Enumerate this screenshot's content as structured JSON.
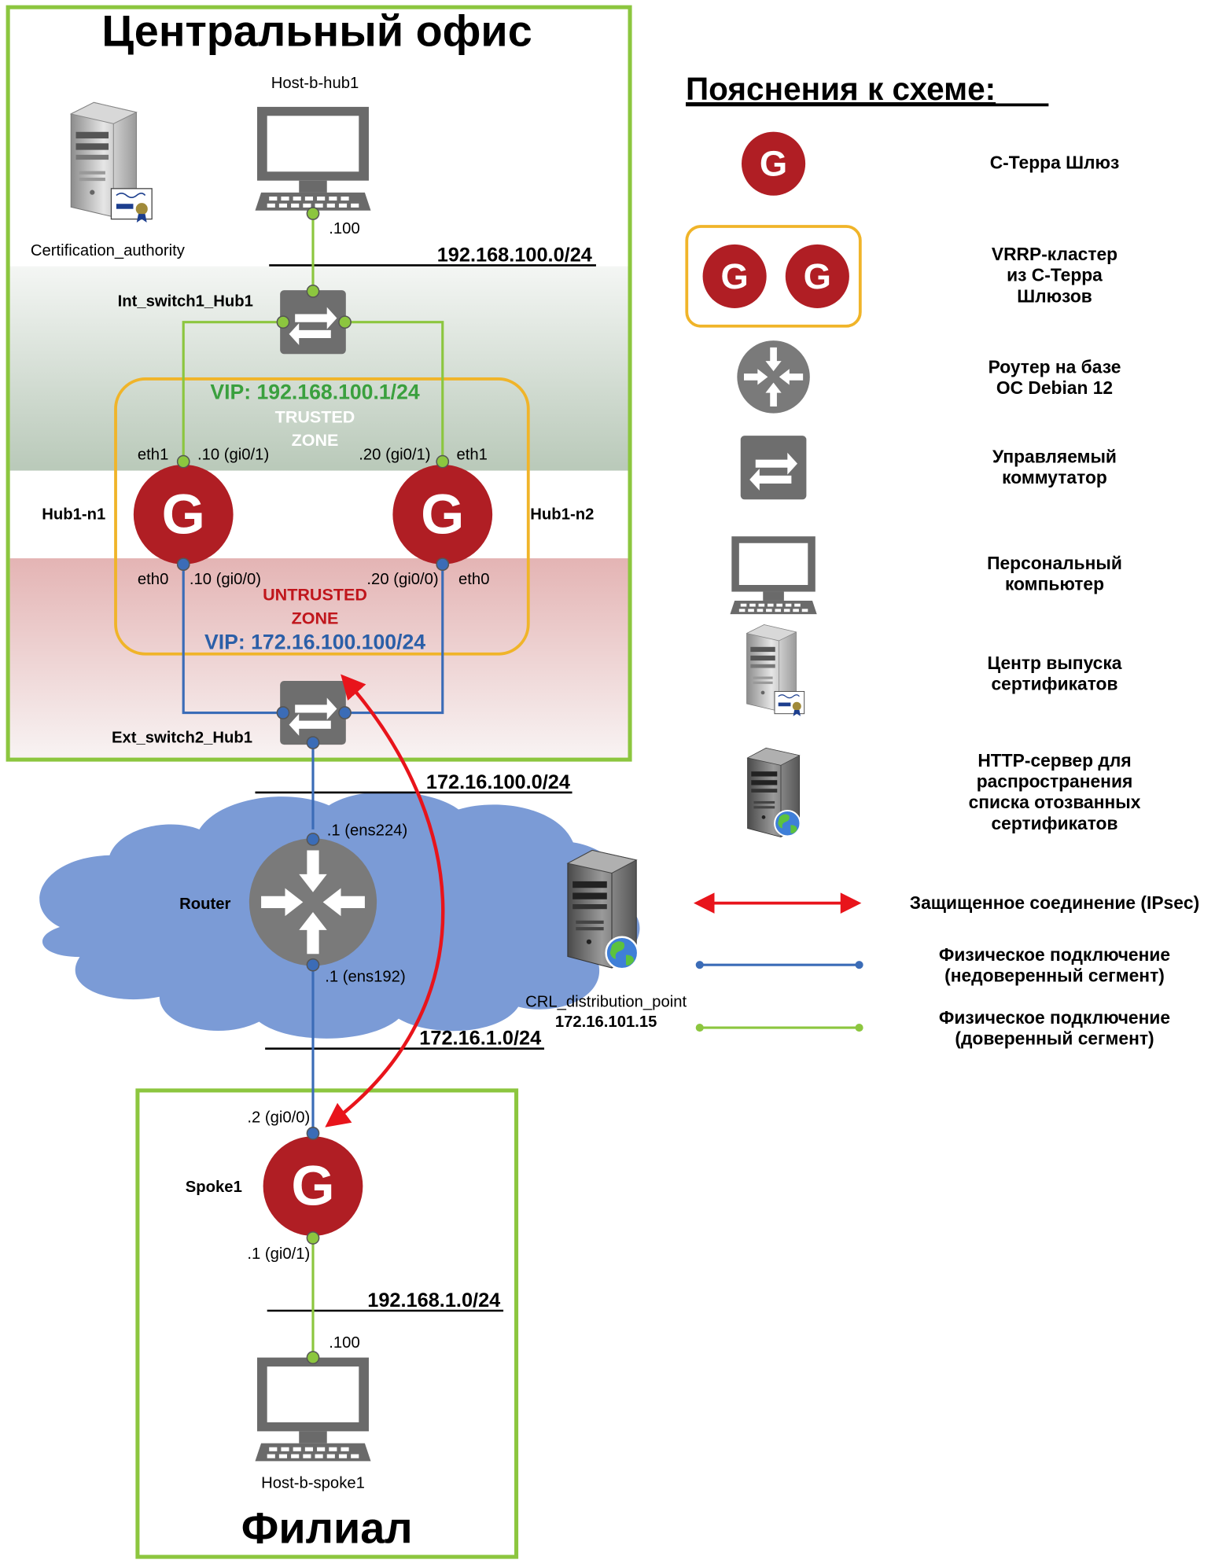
{
  "titles": {
    "central_office": "Центральный офис",
    "branch": "Филиал"
  },
  "nodes": {
    "certification_authority": "Certification_authority",
    "host_b_hub1": "Host-b-hub1",
    "host_b_hub1_addr": ".100",
    "int_switch": "Int_switch1_Hub1",
    "ext_switch": "Ext_switch2_Hub1",
    "hub1_n1": "Hub1-n1",
    "hub1_n2": "Hub1-n2",
    "router": "Router",
    "crl_point": "CRL_distribution_point",
    "crl_ip": "172.16.101.15",
    "spoke1": "Spoke1",
    "host_b_spoke1": "Host-b-spoke1",
    "host_b_spoke1_addr": ".100"
  },
  "networks": {
    "net_hub_lan": "192.168.100.0/24",
    "net_ext": "172.16.100.0/24",
    "net_router_spoke": "172.16.1.0/24",
    "net_spoke_lan": "192.168.1.0/24"
  },
  "zones": {
    "vip_trusted": "VIP: 192.168.100.1/24",
    "trusted_line1": "TRUSTED",
    "trusted_line2": "ZONE",
    "untrusted_line1": "UNTRUSTED",
    "untrusted_line2": "ZONE",
    "vip_untrusted": "VIP: 172.16.100.100/24"
  },
  "interfaces": {
    "n1_eth1": "eth1",
    "n1_eth1_addr": ".10 (gi0/1)",
    "n2_eth1_addr": ".20 (gi0/1)",
    "n2_eth1": "eth1",
    "n1_eth0": "eth0",
    "n1_eth0_addr": ".10 (gi0/0)",
    "n2_eth0_addr": ".20 (gi0/0)",
    "n2_eth0": "eth0",
    "router_ens224": ".1 (ens224)",
    "router_ens192": ".1 (ens192)",
    "spoke_gi00": ".2 (gi0/0)",
    "spoke_gi01": ".1 (gi0/1)"
  },
  "icons": {
    "gateway": "G"
  },
  "legend": {
    "title": "Пояснения к схеме:",
    "gateway": "С-Терра Шлюз",
    "vrrp_1": "VRRP-кластер",
    "vrrp_2": "из С-Терра",
    "vrrp_3": "Шлюзов",
    "router_1": "Роутер на базе",
    "router_2": "ОС Debian 12",
    "switch_1": "Управляемый",
    "switch_2": "коммутатор",
    "pc_1": "Персональный",
    "pc_2": "компьютер",
    "ca_1": "Центр выпуска",
    "ca_2": "сертификатов",
    "http_1": "HTTP-сервер для",
    "http_2": "распространения",
    "http_3": "списка отозванных",
    "http_4": "сертификатов",
    "ipsec": "Защищенное соединение (IPsec)",
    "untrusted_1": "Физическое подключение",
    "untrusted_2": "(недоверенный сегмент)",
    "trusted_1": "Физическое подключение",
    "trusted_2": "(доверенный сегмент)"
  },
  "colors": {
    "office_border": "#8cc63f",
    "trusted_line": "#8cc63f",
    "untrusted_line": "#3b6cb7",
    "ipsec_arrow": "#e8141b",
    "vrrp_border": "#f0b429",
    "gateway_red": "#b01e24",
    "cloud": "#7b9bd6",
    "vip_trusted": "#3aa03e",
    "vip_untrusted": "#2b5fa8",
    "untrusted_text": "#c0161c"
  }
}
